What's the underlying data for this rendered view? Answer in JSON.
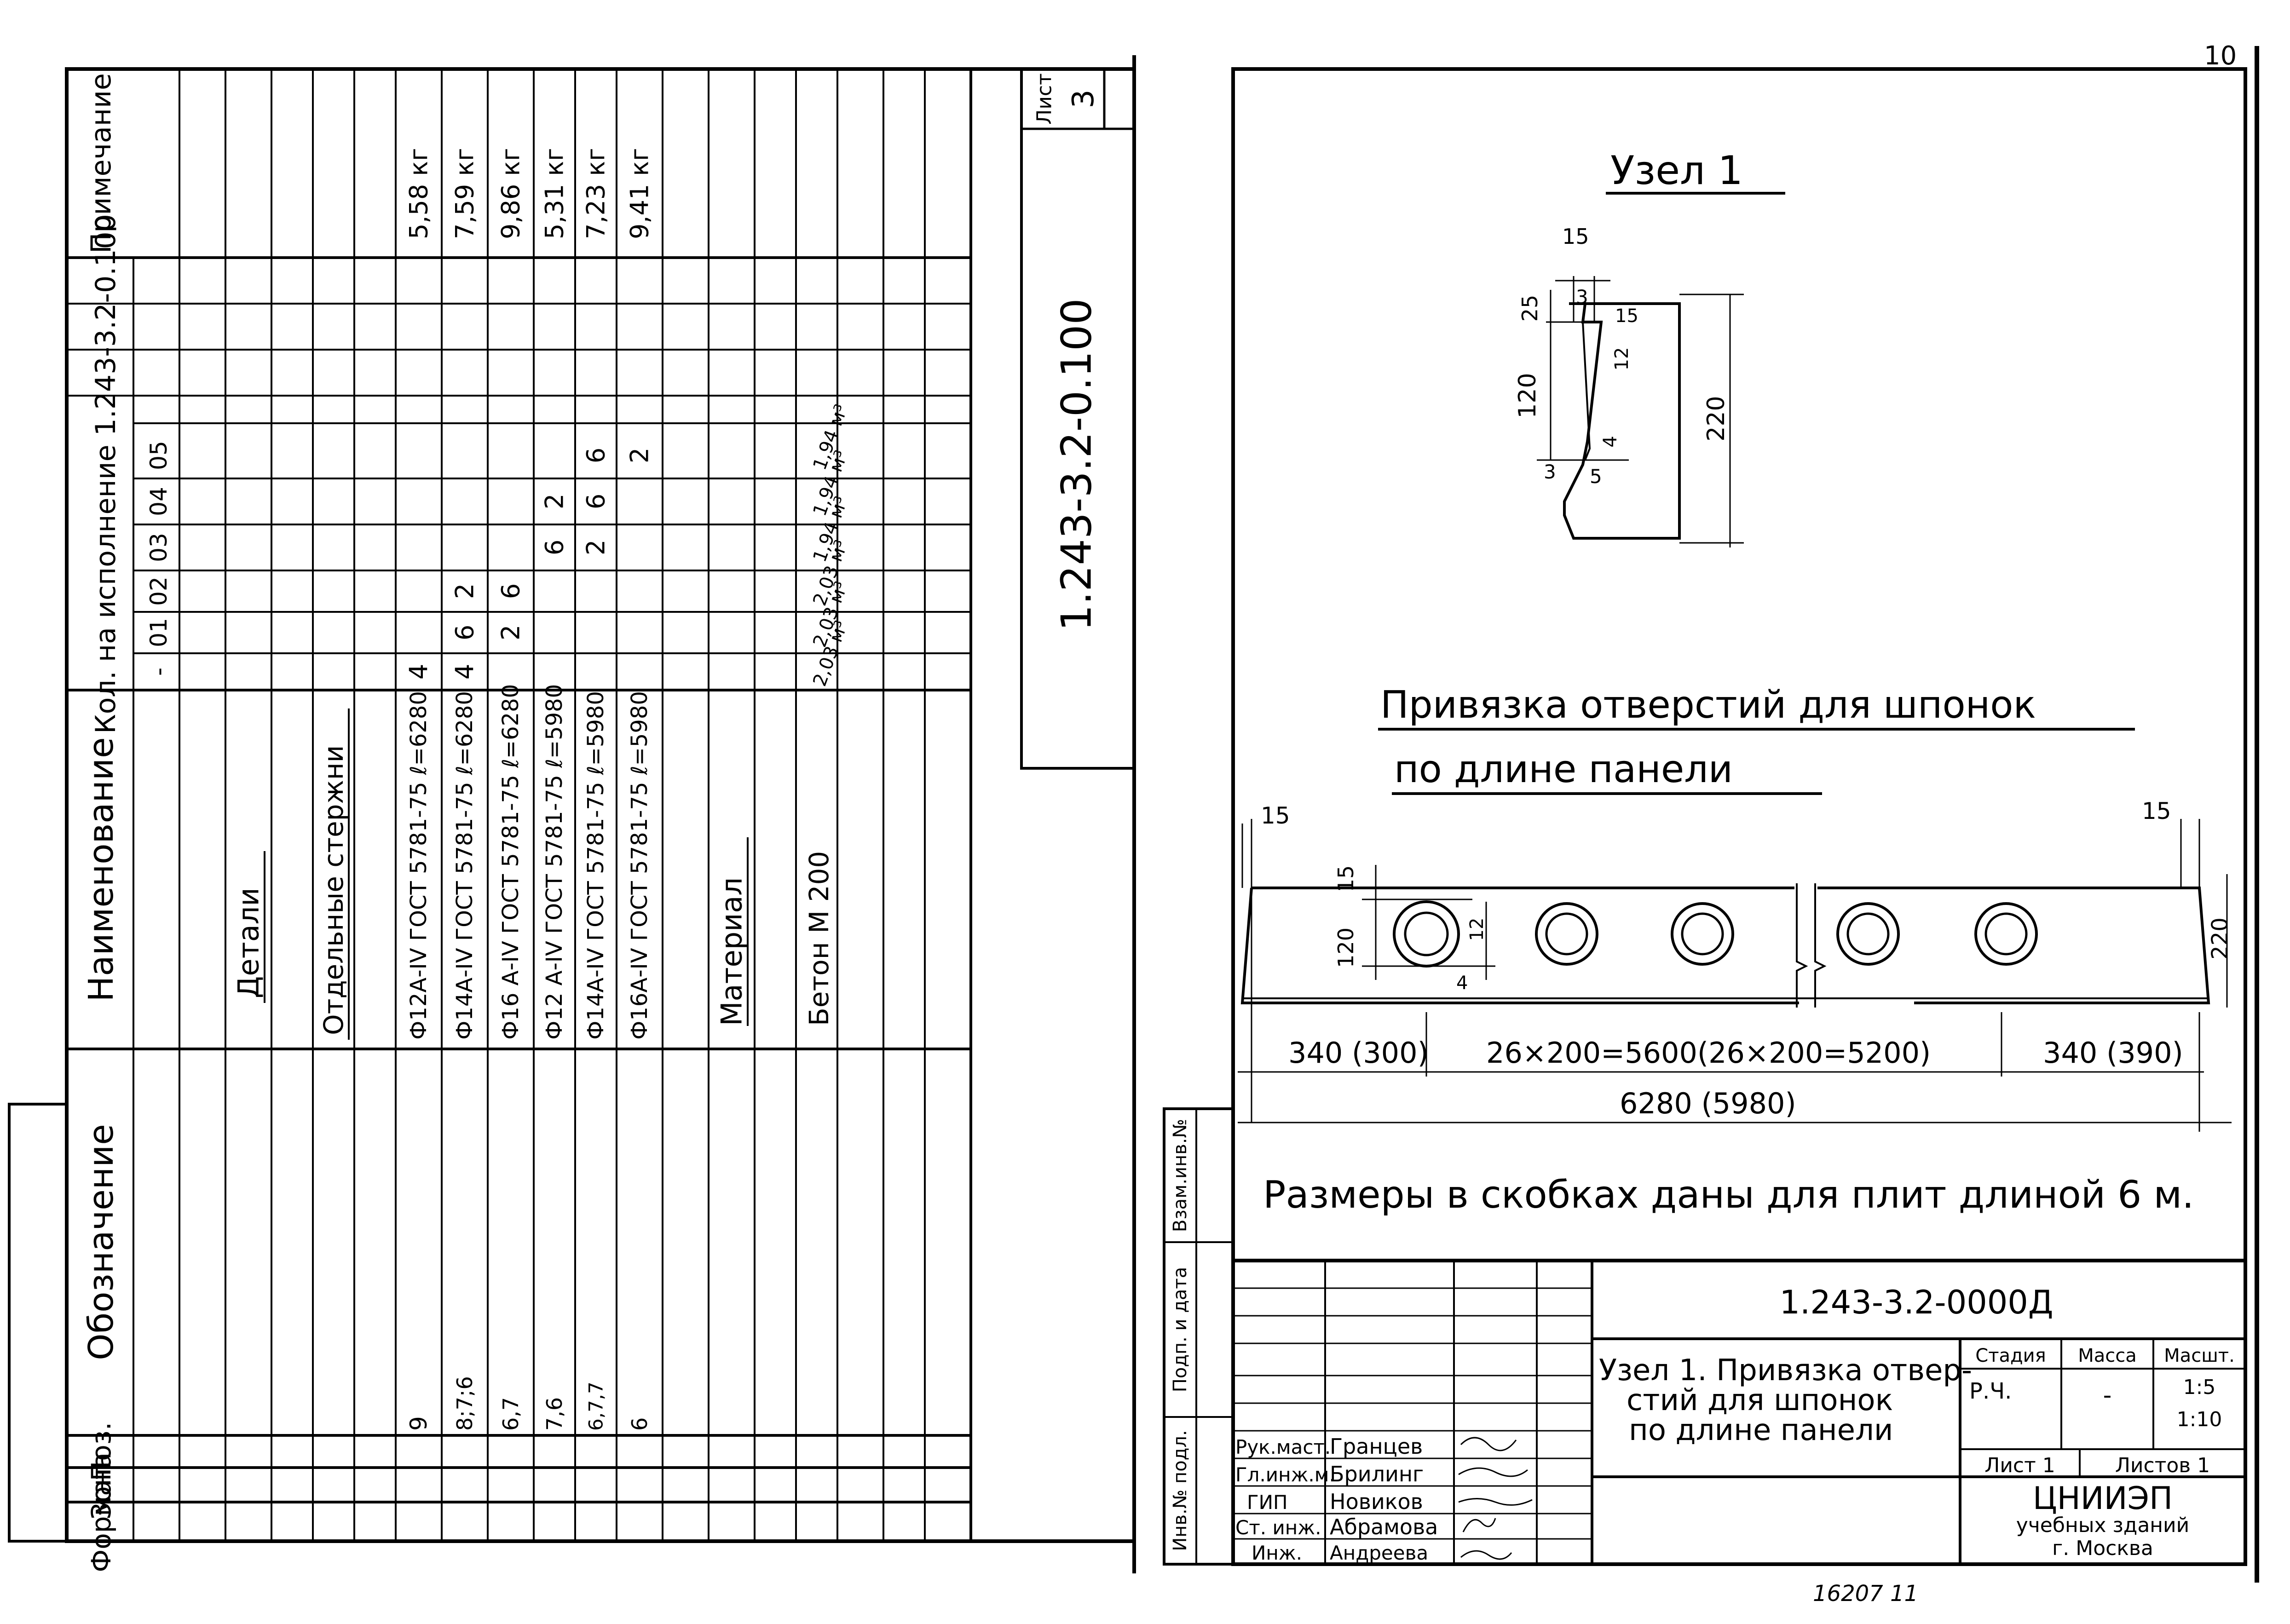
{
  "page_number_top": "10",
  "left_sheet": {
    "spec_table": {
      "headers": {
        "format": "Формат",
        "zone": "Зона",
        "pos": "Поз.",
        "designation": "Обозначение",
        "name": "Наименование",
        "qty_title": "Кол. на исполнение 1.243-3.2-0.100",
        "note": "Примечание",
        "variants": [
          "-",
          "01",
          "02",
          "03",
          "04",
          "05"
        ]
      },
      "section_details": "Детали",
      "subsection_bars": "Отдельные стержни",
      "rows": [
        {
          "pos": "9",
          "name": "Ф12А-IV ГОСТ 5781-75 ℓ=6280",
          "qty": [
            "4",
            "",
            "",
            "",
            "",
            ""
          ],
          "note": "5,58 кг"
        },
        {
          "pos": "8;7;6",
          "name": "Ф14А-IV ГОСТ 5781-75 ℓ=6280",
          "qty": [
            "4",
            "6",
            "2",
            "",
            "",
            ""
          ],
          "note": "7,59 кг"
        },
        {
          "pos": "6,7",
          "name": "Ф16 А-IV ГОСТ 5781-75 ℓ=6280",
          "qty": [
            "",
            "2",
            "6",
            "",
            "",
            ""
          ],
          "note": "9,86 кг"
        },
        {
          "pos": "7,6",
          "name": "Ф12 А-IV ГОСТ 5781-75 ℓ=5980",
          "qty": [
            "",
            "",
            "",
            "6",
            "2",
            ""
          ],
          "note": "5,31 кг"
        },
        {
          "pos": "6,7,7",
          "name": "Ф14А-IV ГОСТ 5781-75 ℓ=5980",
          "qty": [
            "",
            "",
            "",
            "2",
            "6",
            "6"
          ],
          "note": "7,23 кг"
        },
        {
          "pos": "6",
          "name": "Ф16А-IV ГОСТ 5781-75 ℓ=5980",
          "qty": [
            "",
            "",
            "",
            "",
            "",
            "2"
          ],
          "note": "9,41 кг"
        }
      ],
      "section_material": "Материал",
      "material_row": {
        "name": "Бетон  М 200",
        "qty": [
          "2,03 м³",
          "2,03 м³",
          "2,03 м³",
          "1,94 м³",
          "1,94 м³",
          "1,94 м³"
        ]
      }
    },
    "doc_code": "1.243-3.2-0.100",
    "sheet_label": "Лист",
    "sheet_no": "3"
  },
  "right_sheet": {
    "node_title": "Узел 1",
    "node_dims": {
      "d15": "15",
      "d25": "25",
      "d3a": "3",
      "d15b": "15",
      "d12": "12",
      "d120": "120",
      "d220": "220",
      "d4": "4",
      "d5": "5",
      "d3b": "3"
    },
    "binding_title_1": "Привязка  отверстий для шпонок",
    "binding_title_2": "по длине панели",
    "panel_dims": {
      "left15": "15",
      "right15": "15",
      "top15": "15",
      "h120": "120",
      "h12": "12",
      "h4": "4",
      "h220": "220",
      "left_span": "340 (300)",
      "mid_span": "26×200=5600(26×200=5200)",
      "right_span": "340 (390)",
      "total": "6280 (5980)"
    },
    "note": "Размеры в скобках даны для плит длиной 6 м.",
    "side_stamp": [
      "Взам.инв.№",
      "Подп. и дата",
      "Инв.№ подл."
    ],
    "title_block": {
      "doc_code": "1.243-3.2-0000Д",
      "title": [
        "Узел 1. Привязка отвер-",
        "стий для шпонок",
        "по длине панели"
      ],
      "stage_h": "Стадия",
      "mass_h": "Масса",
      "scale_h": "Масшт.",
      "stage": "Р.Ч.",
      "mass": "-",
      "scale": [
        "1:5",
        "1:10"
      ],
      "sheet": "Лист 1",
      "sheets": "Листов 1",
      "org": [
        "ЦНИИЭП",
        "учебных зданий",
        "г. Москва"
      ],
      "people": [
        {
          "role": "Рук.маст.",
          "name": "Гранцев"
        },
        {
          "role": "Гл.инж.м.",
          "name": "Брилинг"
        },
        {
          "role": "ГИП",
          "name": "Новиков"
        },
        {
          "role": "Ст. инж.",
          "name": "Абрамова"
        },
        {
          "role": "Инж.",
          "name": "Андреева"
        }
      ]
    },
    "bottom_number": "16207  11"
  }
}
